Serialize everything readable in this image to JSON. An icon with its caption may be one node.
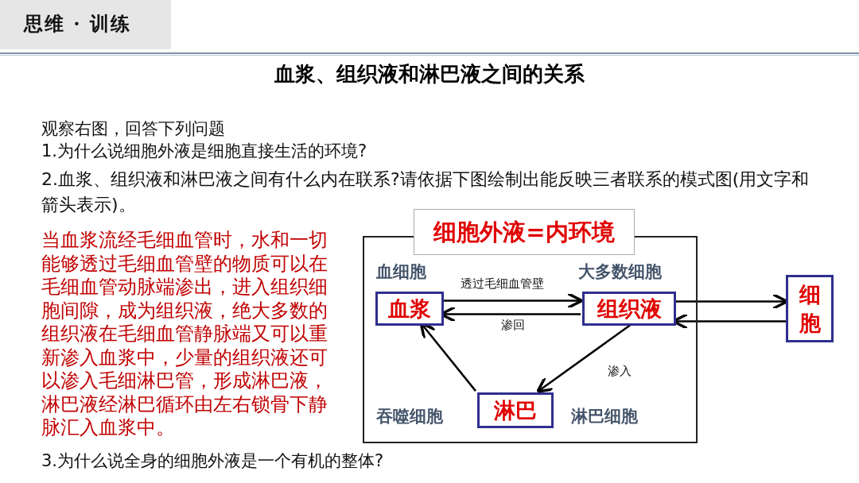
{
  "diagram": {
    "title": "血浆、组织液和淋巴液之间的关系",
    "nodes": [
      {
        "text": [
          "细胞外液=内环境"
        ]
      },
      {
        "text": [
          "血浆"
        ],
        "in": 0,
        "beside": [
          "血细胞"
        ]
      },
      {
        "text": [
          "组织液"
        ],
        "in": 0,
        "beside": [
          "大多数细胞"
        ]
      },
      {
        "text": [
          "淋巴"
        ],
        "in": 0,
        "beside": [
          "吞噬细胞",
          "淋巴细胞"
        ]
      },
      {
        "text": [
          "细胞"
        ]
      }
    ],
    "edges": [
      {
        "from": 1,
        "to": 2,
        "arrow": "to",
        "label": "透过毛细血管壁"
      },
      {
        "from": 2,
        "to": 1,
        "arrow": "to",
        "label": "渗回"
      },
      {
        "from": 2,
        "to": 3,
        "arrow": "to",
        "label": "渗入"
      },
      {
        "from": 3,
        "to": 1,
        "arrow": "to"
      },
      {
        "from": 2,
        "to": 4,
        "arrow": "to"
      },
      {
        "from": 4,
        "to": 2,
        "arrow": "to"
      }
    ],
    "labels": [
      "思维 · 训练",
      "观察右图，回答下列问题",
      "1.为什么说细胞外液是细胞直接生活的环境?",
      "2.血浆、组织液和淋巴液之间有什么内在联系?请依据下图绘制出能反映三者联系的模式图(用文字和箭头表示)。",
      "当血浆流经毛细血管时，水和一切能够透过毛细血管壁的物质可以在毛细血管动脉端渗出，进入组织细胞间隙，成为组织液，绝大多数的组织液在毛细血管静脉端又可以重新渗入血浆中，少量的组织液还可以渗入毛细淋巴管，形成淋巴液，淋巴液经淋巴循环由左右锁骨下静脉汇入血浆中。",
      "3.为什么说全身的细胞外液是一个有机的整体?"
    ]
  }
}
